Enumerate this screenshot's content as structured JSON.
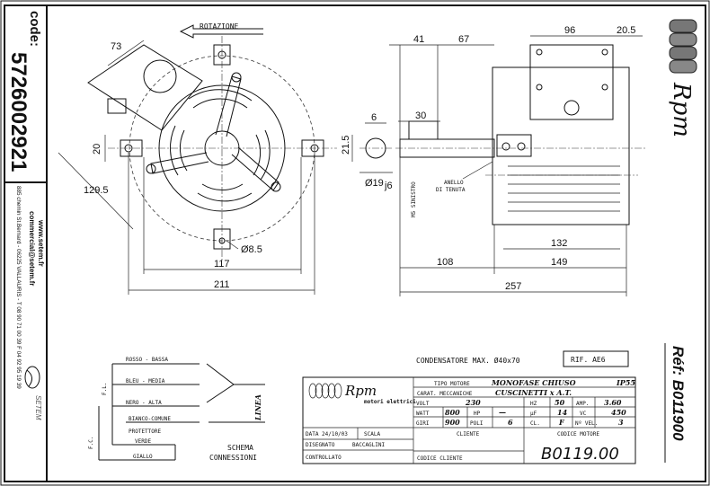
{
  "sidebar": {
    "code_label": "code:",
    "code_value": "5726002921",
    "website": "www.setem.fr",
    "email": "commercial@setem.fr",
    "address": "885 chemin St.Bernard  -  06225 VALLAURIS  -  T 08 90 71 00 39  F 04 92 95 19 39",
    "company_logo": "SETEM"
  },
  "brand": {
    "logo_text": "Rpm",
    "ref": "Réf: B011900"
  },
  "front_view": {
    "rotation_label": "ROTAZIONE",
    "dims": {
      "d73": "73",
      "d20": "20",
      "d129_5": "129.5",
      "d8_5": "Ø8.5",
      "d117": "117",
      "d211": "211"
    }
  },
  "side_view": {
    "dims": {
      "d41": "41",
      "d67": "67",
      "d96": "96",
      "d20_5": "20.5",
      "d6": "6",
      "d30": "30",
      "d21_5": "21.5",
      "d19": "Ø19",
      "d19_tol": "j6",
      "d132": "132",
      "d108": "108",
      "d149": "149",
      "d257": "257"
    },
    "thread_label": "M5 SINISTRO",
    "seal_label_1": "ANELLO",
    "seal_label_2": "DI TENUTA"
  },
  "wiring": {
    "wires": [
      "ROSSO - BASSA",
      "BLEU - MEDIA",
      "NERO - ALTA",
      "BIANCO-COMUNE",
      "PROTETTORE",
      "VERDE",
      "GIALLO"
    ],
    "fl_label": "F.L.",
    "fc_label": "F.C.",
    "line_label": "LINEA",
    "title_1": "SCHEMA",
    "title_2": "CONNESSIONI"
  },
  "capacitor_note": "CONDENSATORE MAX. Ø40x70",
  "rif": "RIF.  AE6",
  "title_block": {
    "logo_text": "Rpm",
    "logo_sub": "motori elettrici",
    "tipo_motore_label": "TIPO MOTORE",
    "tipo_motore": "MONOFASE CHIUSO",
    "ip": "IP55",
    "carat_label": "CARAT. MECCANICHE",
    "carat": "CUSCINETTI x A.T.",
    "volt_label": "VOLT",
    "volt": "230",
    "hz_label": "HZ",
    "hz": "50",
    "amp_label": "AMP.",
    "amp": "3.60",
    "watt_label": "WATT",
    "watt": "800",
    "hp_label": "HP",
    "hp": "—",
    "uf_label": "µF",
    "uf": "14",
    "vc_label": "VC",
    "vc": "450",
    "giri_label": "GIRI",
    "giri": "900",
    "poli_label": "POLI",
    "poli": "6",
    "cl_label": "CL.",
    "cl": "F",
    "vel_label": "Nº VEL.",
    "vel": "3",
    "data_label": "DATA",
    "data": "24/10/03",
    "scala_label": "SCALA",
    "disegnato_label": "DISEGNATO",
    "disegnato": "BACCAGLINI",
    "controllato_label": "CONTROLLATO",
    "cliente_label": "CLIENTE",
    "codice_cliente_label": "CODICE CLIENTE",
    "codice_motore_label": "CODICE MOTORE",
    "codice_motore": "B0119.00"
  }
}
